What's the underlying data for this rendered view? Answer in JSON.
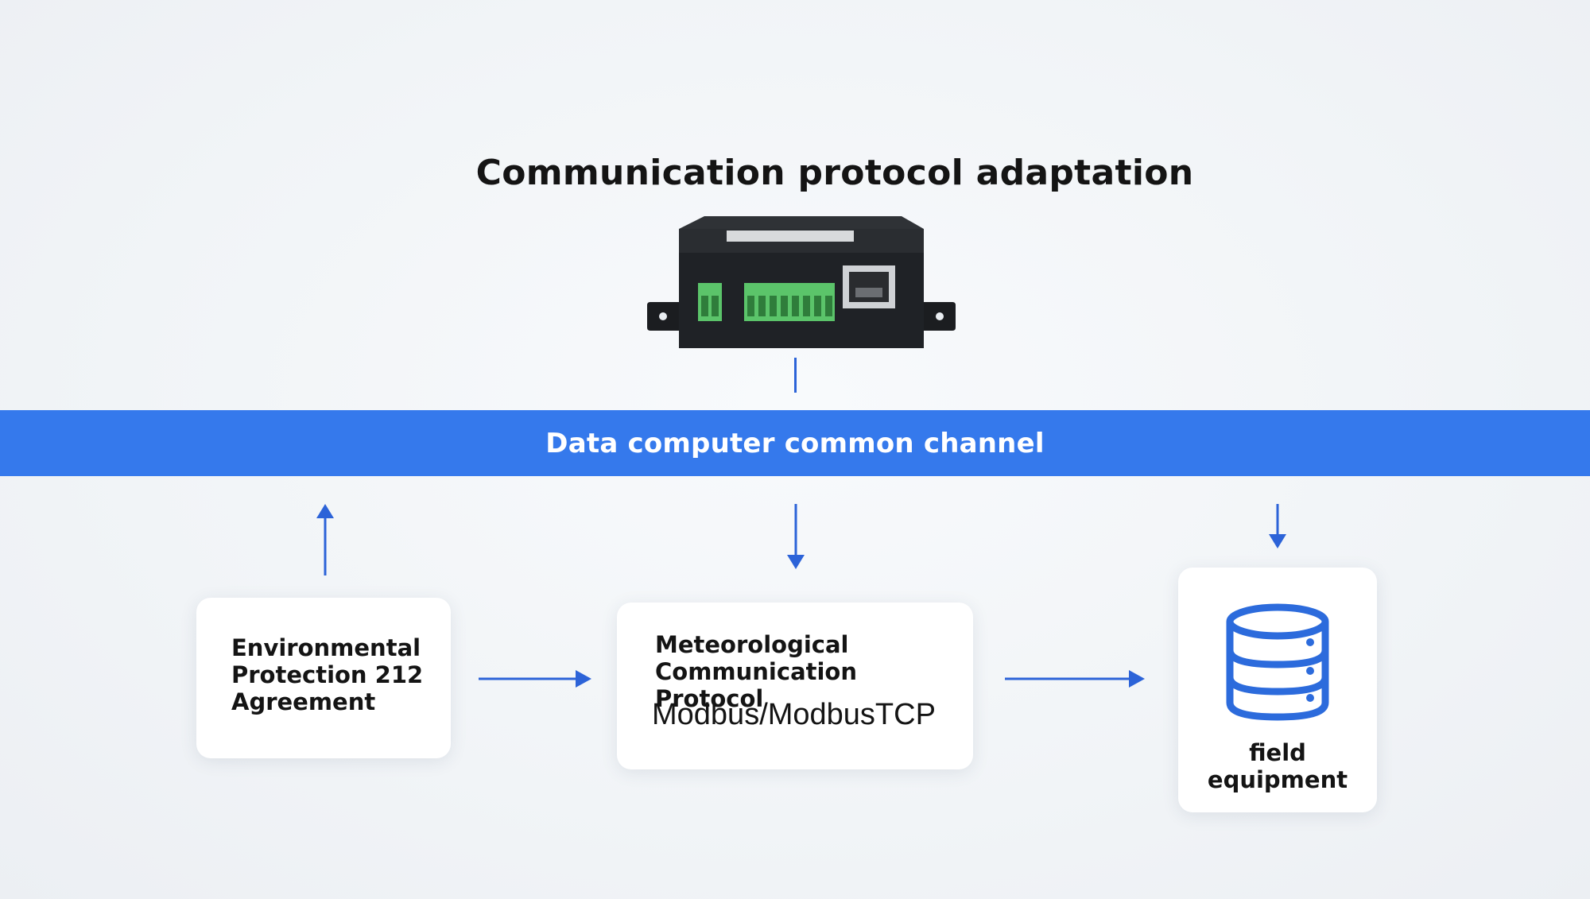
{
  "title": "Communication protocol adaptation",
  "channel": {
    "label": "Data computer common channel"
  },
  "nodes": {
    "environmental": {
      "line1": "Environmental",
      "line2": "Protection 212",
      "line3": "Agreement"
    },
    "meteorological": {
      "line1": "Meteorological",
      "line2": "Communication Protocol",
      "protocol": "Modbus/ModbusTCP"
    },
    "field": {
      "label": "field equipment",
      "icon": "database-icon"
    }
  },
  "device": {
    "icon": "gateway-device-icon"
  },
  "colors": {
    "accent": "#3579ec",
    "arrow": "#2c63d8",
    "terminal_green": "#5bc46a",
    "device_body": "#1f2226"
  }
}
